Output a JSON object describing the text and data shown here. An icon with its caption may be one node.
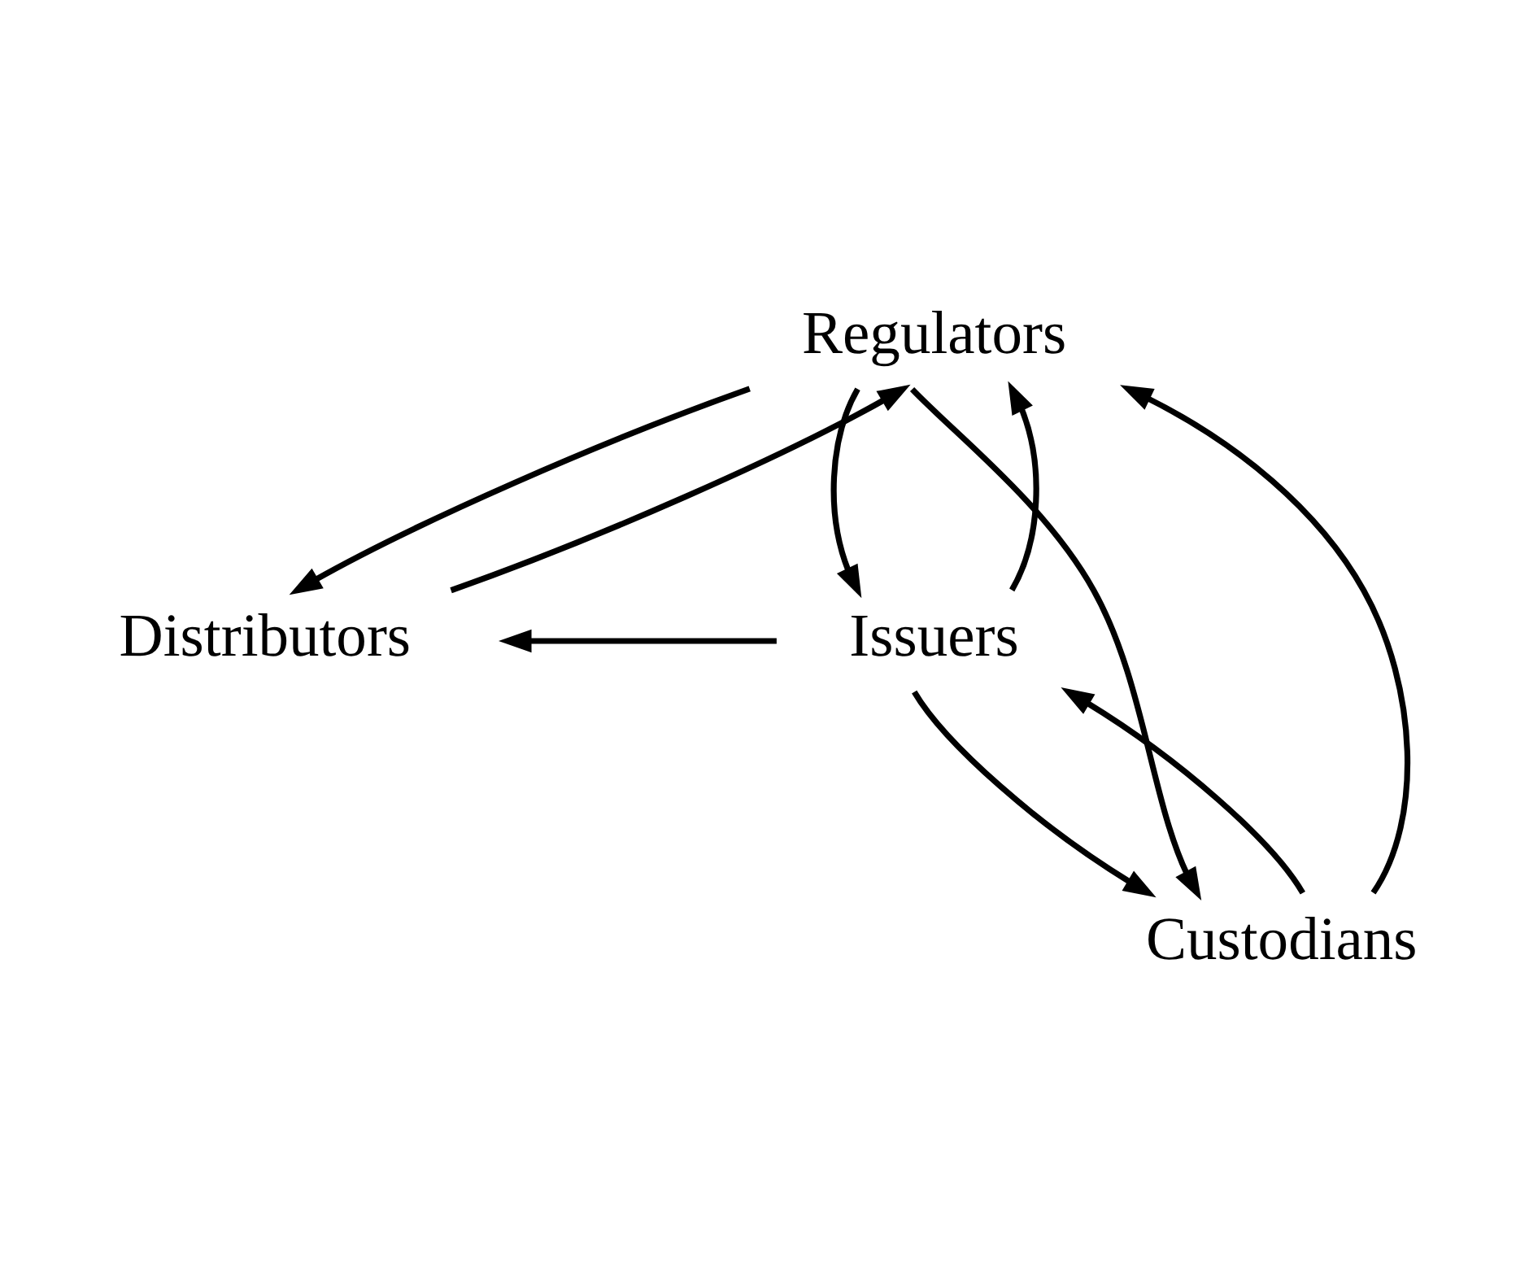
{
  "diagram": {
    "nodes": [
      {
        "text": [
          "Regulators"
        ]
      },
      {
        "text": [
          "Distributors"
        ]
      },
      {
        "text": [
          "Issuers"
        ]
      },
      {
        "text": [
          "Custodians"
        ]
      }
    ],
    "edges": [
      {
        "from": 1,
        "to": 0,
        "arrow": "to"
      },
      {
        "from": 0,
        "to": 1,
        "arrow": "to"
      },
      {
        "from": 0,
        "to": 2,
        "arrow": "to"
      },
      {
        "from": 2,
        "to": 0,
        "arrow": "to"
      },
      {
        "from": 3,
        "to": 0,
        "arrow": "to"
      },
      {
        "from": 0,
        "to": 3,
        "arrow": "to"
      },
      {
        "from": 2,
        "to": 1,
        "arrow": "to"
      },
      {
        "from": 3,
        "to": 2,
        "arrow": "to"
      },
      {
        "from": 2,
        "to": 3,
        "arrow": "to"
      }
    ]
  }
}
